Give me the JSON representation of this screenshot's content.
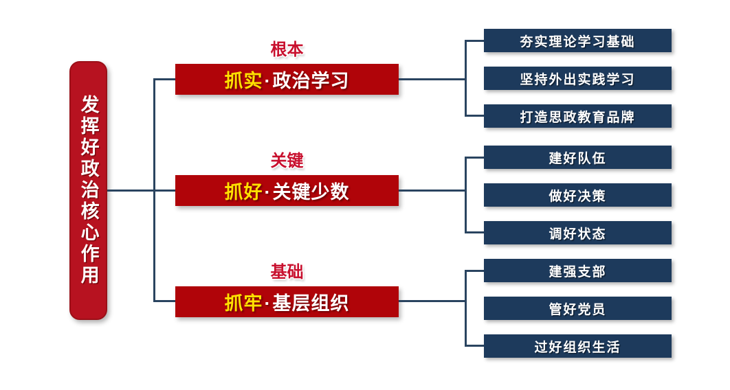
{
  "root": {
    "label": "发挥好政治核心作用"
  },
  "colors": {
    "root_bar_red": "#B71220",
    "group_bar_red": "#B00409",
    "caption_red": "#C8102E",
    "highlight_yellow": "#FFE100",
    "leaf_blue": "#1D3A5C",
    "connector_blue": "#2A4460",
    "text_white": "#FFFFFF",
    "background": "#FFFFFF"
  },
  "groups": [
    {
      "caption": "根本",
      "key": "抓实",
      "separator": "·",
      "rest": "政治学习",
      "leaves": [
        "夯实理论学习基础",
        "坚持外出实践学习",
        "打造思政教育品牌"
      ]
    },
    {
      "caption": "关键",
      "key": "抓好",
      "separator": "·",
      "rest": "关键少数",
      "leaves": [
        "建好队伍",
        "做好决策",
        "调好状态"
      ]
    },
    {
      "caption": "基础",
      "key": "抓牢",
      "separator": "·",
      "rest": "基层组织",
      "leaves": [
        "建强支部",
        "管好党员",
        "过好组织生活"
      ]
    }
  ]
}
